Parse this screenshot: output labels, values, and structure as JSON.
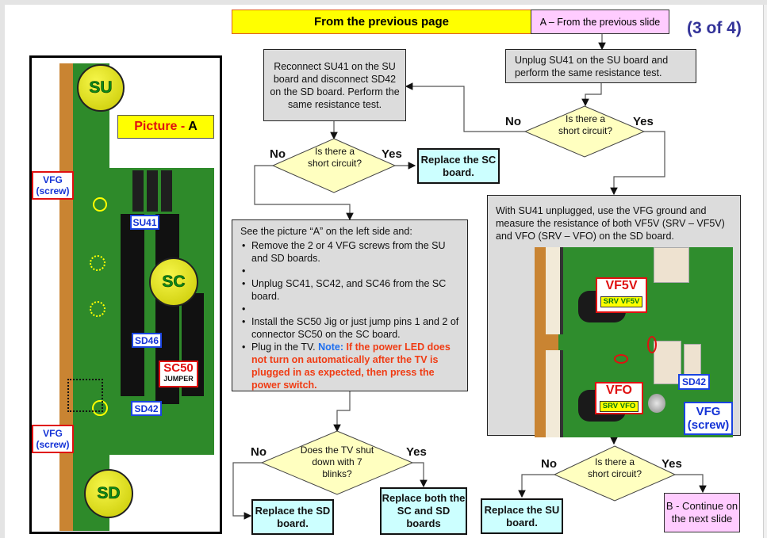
{
  "header": {
    "from_previous_page": "From  the previous page",
    "from_previous_slide": "A – From the previous slide",
    "page_indicator": "(3 of 4)"
  },
  "picture_a": {
    "title_red": "Picture - ",
    "title_black": "A",
    "boards": {
      "su": "SU",
      "sc": "SC",
      "sd": "SD"
    },
    "callouts": {
      "vfg_top_line1": "VFG",
      "vfg_top_line2": "(screw)",
      "su41": "SU41",
      "sd46": "SD46",
      "sc50": "SC50",
      "sc50_sub": "JUMPER",
      "sd42": "SD42",
      "vfg_bottom_line1": "VFG",
      "vfg_bottom_line2": "(screw)"
    }
  },
  "flow": {
    "reconnect_box": "Reconnect SU41 on the SU board and disconnect SD42 on the SD board. Perform the same resistance test.",
    "unplug_box": "Unplug SU41 on the SU board and perform the same resistance test.",
    "decision_short_1": "Is there a short circuit?",
    "decision_short_2": "Is there a short circuit?",
    "decision_short_3": "Is there a short circuit?",
    "decision_blinks": "Does the TV shut down with 7 blinks?",
    "no": "No",
    "yes": "Yes",
    "replace_sc": "Replace the SC board.",
    "replace_sd": "Replace the SD board.",
    "replace_sc_sd": "Replace both the SC and SD boards",
    "replace_su": "Replace the SU board.",
    "continue_next": "B - Continue on the next slide",
    "instructions": {
      "intro": "See the picture “A”  on the left side and:",
      "step1": "Remove the 2 or 4 VFG screws from the SU and SD boards.",
      "step2": "Unplug SC41, SC42, and SC46 from the SC board.",
      "step3": "Install the SC50 Jig or just jump pins 1 and 2 of connector SC50 on the SC board.",
      "step4_plain": "Plug in the TV. ",
      "step4_note": "Note: ",
      "step4_warning": "If the power LED does not turn on automatically after the TV is plugged in as expected, then press the power switch."
    },
    "measure_box": {
      "text": "With SU41 unplugged, use the VFG ground and measure the resistance of both VF5V (SRV – VF5V)  and VFO (SRV – VFO) on the SD board.",
      "vf5v": "VF5V",
      "srv_vf5v": "SRV VF5V",
      "vfo": "VFO",
      "srv_vfo": "SRV VFO",
      "sd42": "SD42",
      "vfg_line1": "VFG",
      "vfg_line2": "(screw)"
    }
  }
}
